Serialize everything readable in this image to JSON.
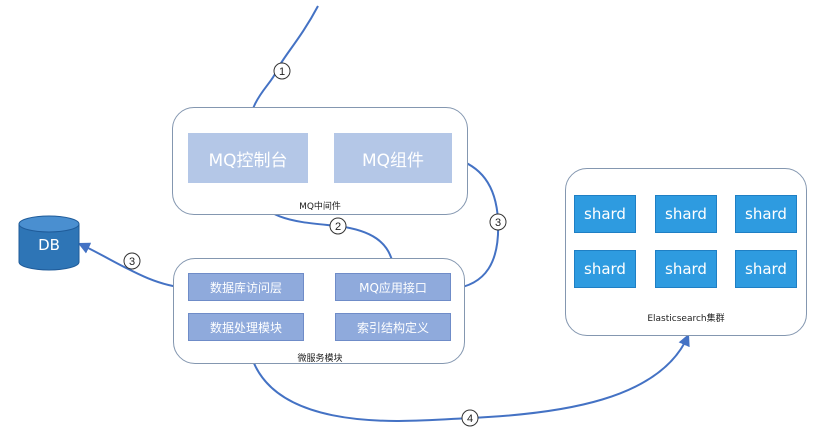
{
  "mq_group": {
    "label": "MQ中间件",
    "console": "MQ控制台",
    "component": "MQ组件"
  },
  "service_group": {
    "label": "微服务模块",
    "db_access": "数据库访问层",
    "mq_api": "MQ应用接口",
    "data_processing": "数据处理模块",
    "index_definition": "索引结构定义"
  },
  "es_group": {
    "label": "Elasticsearch集群",
    "shards": [
      "shard",
      "shard",
      "shard",
      "shard",
      "shard",
      "shard"
    ]
  },
  "db": {
    "label": "DB"
  },
  "steps": {
    "step1": "1",
    "step2": "2",
    "step3_mq": "3",
    "step3_db": "3",
    "step4": "4"
  },
  "colors": {
    "connector": "#4472c4",
    "group_border": "#8497b0",
    "mq_box": "#b4c7e7",
    "service_box": "#8faadc",
    "shard": "#2e9be0",
    "db": "#2e75b6"
  }
}
